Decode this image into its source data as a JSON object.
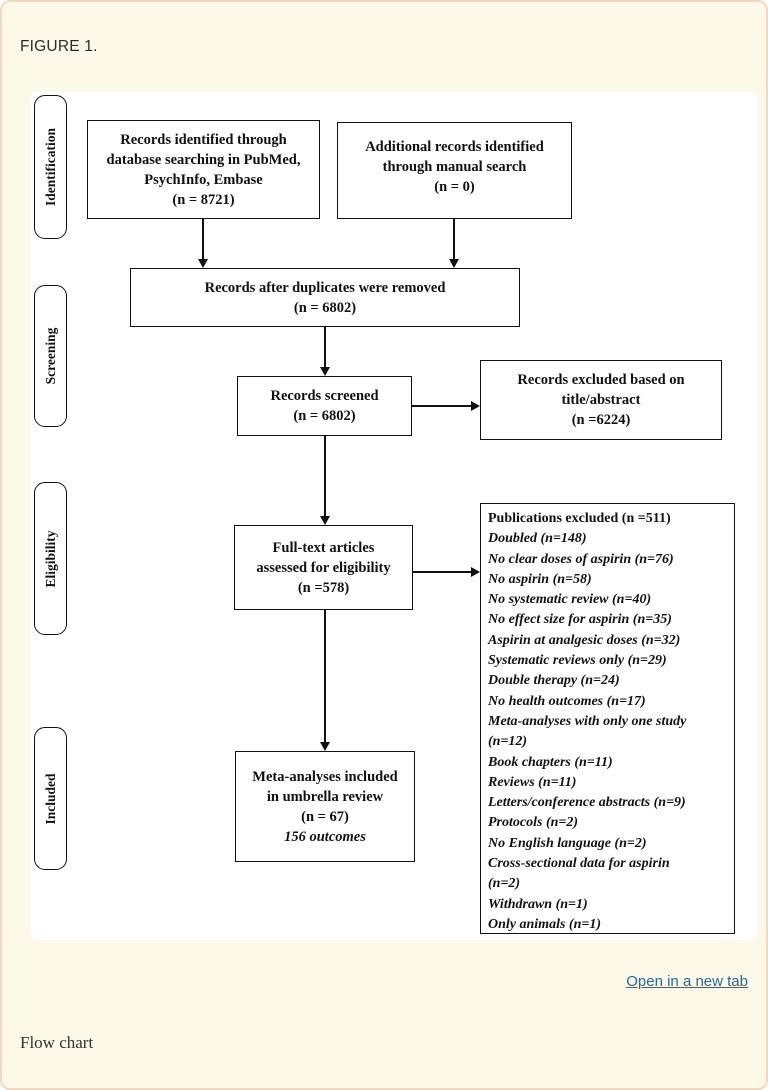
{
  "figure_label": "FIGURE 1.",
  "caption": "Flow chart",
  "open_link": "Open in a new tab",
  "colors": {
    "page_bg": "#FDF9E9",
    "page_border": "#F2D8C3",
    "panel_bg": "#FFFFFF",
    "line_color": "#111111",
    "link_color": "#1A6CA8"
  },
  "stages": [
    "Identification",
    "Screening",
    "Eligibility",
    "Included"
  ],
  "boxes": {
    "identified": "Records identified through\ndatabase searching in PubMed,\nPsychInfo, Embase\n(n = 8721)",
    "additional": "Additional records identified\nthrough manual search\n(n = 0)",
    "deduped": "Records after duplicates were removed\n(n = 6802)",
    "screened": "Records screened\n(n = 6802)",
    "excluded_title_abstract": "Records excluded based on\ntitle/abstract\n(n =6224)",
    "fulltext": "Full-text articles\nassessed for eligibility\n(n =578)",
    "included_main": "Meta-analyses included\nin umbrella review\n(n = 67)",
    "included_outcomes": "156 outcomes"
  },
  "exclusions": {
    "title": "Publications excluded (n =511)",
    "items": [
      "Doubled (n=148)",
      "No clear doses of aspirin (n=76)",
      "No aspirin (n=58)",
      "No systematic review (n=40)",
      "No effect size for aspirin (n=35)",
      "Aspirin at analgesic doses (n=32)",
      "Systematic reviews only (n=29)",
      "Double therapy (n=24)",
      "No health outcomes (n=17)",
      "Meta-analyses with only one study\n(n=12)",
      "Book chapters (n=11)",
      "Reviews (n=11)",
      "Letters/conference abstracts (n=9)",
      "Protocols (n=2)",
      "No English language (n=2)",
      "Cross-sectional data for aspirin\n(n=2)",
      "Withdrawn (n=1)",
      "Only animals (n=1)"
    ]
  }
}
